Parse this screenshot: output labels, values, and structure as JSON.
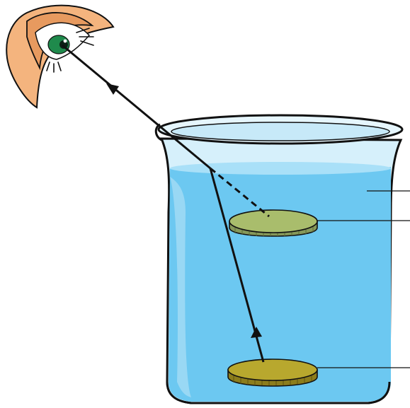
{
  "diagram": {
    "type": "refraction-illustration",
    "colors": {
      "skin": "#f4b47e",
      "eyelid": "#e79a5f",
      "iris": "#1f8a4c",
      "water": "#6cc8f1",
      "water_light": "#a9e0f8",
      "glass": "#d6f0fb",
      "real_coin": "#b8a82e",
      "real_coin_edge": "#8c7d1c",
      "apparent_coin": "#a9bd6c",
      "apparent_coin_edge": "#86985a",
      "line": "#111111"
    },
    "elements": [
      "eye",
      "beaker",
      "water",
      "real-coin",
      "apparent-coin",
      "refracted-ray",
      "virtual-ray",
      "leader-lines",
      "direction-arrows"
    ],
    "labels": []
  }
}
